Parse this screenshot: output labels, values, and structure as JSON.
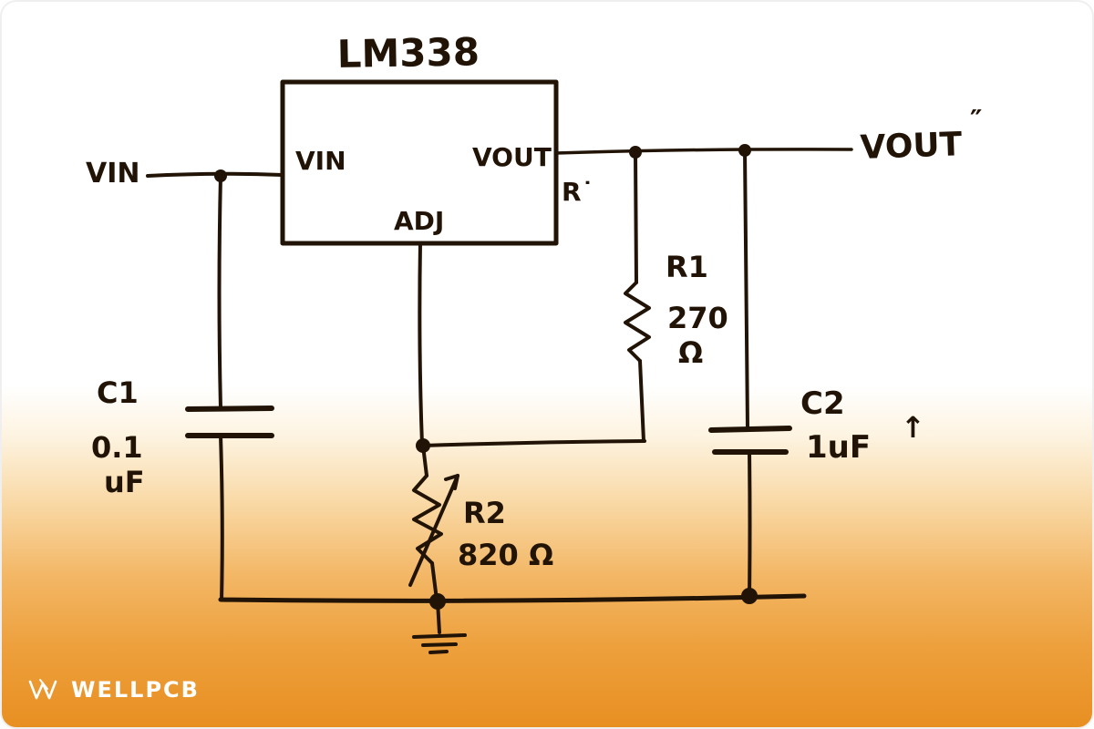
{
  "colors": {
    "ink": "#211306",
    "background_top": "#ffffff",
    "background_bottom": "#e88f22",
    "watermark": "#ffffff"
  },
  "ic": {
    "title": "LM338",
    "pins": {
      "vin": "VIN",
      "vout": "VOUT",
      "adj": "ADJ"
    }
  },
  "nets": {
    "input_label": "VIN",
    "output_label": "VOUT",
    "output_marks": "″",
    "r_annotation": "R˙"
  },
  "components": {
    "c1": {
      "ref": "C1",
      "value": "0.1",
      "unit": "uF"
    },
    "r1": {
      "ref": "R1",
      "value": "270",
      "unit": "Ω"
    },
    "r2": {
      "ref": "R2",
      "value": "820 Ω"
    },
    "c2": {
      "ref": "C2",
      "value": "1uF",
      "mark": "↑"
    }
  },
  "watermark": {
    "brand": "WELLPCB"
  }
}
